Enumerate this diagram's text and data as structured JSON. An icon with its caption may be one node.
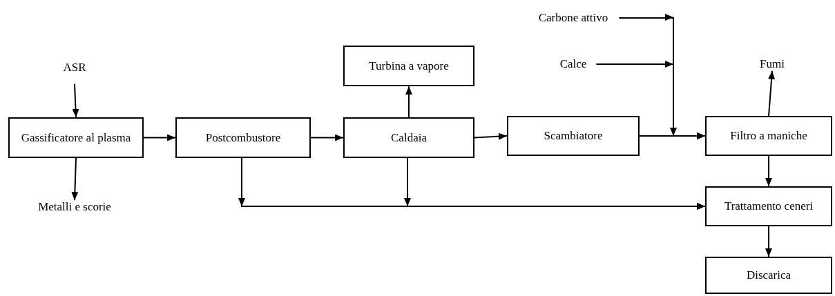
{
  "diagram": {
    "nodes": [
      {
        "text": [
          "ASR"
        ]
      },
      {
        "text": [
          "Gassificatore al plasma"
        ]
      },
      {
        "text": [
          "Metalli e scorie"
        ]
      },
      {
        "text": [
          "Postcombustore"
        ]
      },
      {
        "text": [
          "Turbina a vapore"
        ]
      },
      {
        "text": [
          "Caldaia"
        ]
      },
      {
        "text": [
          "Scambiatore"
        ]
      },
      {
        "text": [
          "Carbone attivo"
        ]
      },
      {
        "text": [
          "Calce"
        ]
      },
      {
        "text": [
          "Fumi"
        ]
      },
      {
        "text": [
          "Filtro a maniche"
        ]
      },
      {
        "text": [
          "Trattamento ceneri"
        ]
      },
      {
        "text": [
          "Discarica"
        ]
      }
    ],
    "edges": [
      {
        "from": 0,
        "to": 1,
        "arrow": "to"
      },
      {
        "from": 1,
        "to": 2,
        "arrow": "to"
      },
      {
        "from": 1,
        "to": 3,
        "arrow": "to"
      },
      {
        "from": 3,
        "to": 5,
        "arrow": "to"
      },
      {
        "from": 5,
        "to": 4,
        "arrow": "to"
      },
      {
        "from": 5,
        "to": 6,
        "arrow": "to"
      },
      {
        "from": 6,
        "to": 10,
        "arrow": "to"
      },
      {
        "from": 7,
        "to": 10,
        "arrow": "to"
      },
      {
        "from": 8,
        "to": 10,
        "arrow": "to"
      },
      {
        "from": 10,
        "to": 9,
        "arrow": "to"
      },
      {
        "from": 10,
        "to": 11,
        "arrow": "to"
      },
      {
        "from": 3,
        "to": 11,
        "arrow": "to"
      },
      {
        "from": 5,
        "to": 11,
        "arrow": "to"
      },
      {
        "from": 11,
        "to": 12,
        "arrow": "to"
      }
    ]
  }
}
